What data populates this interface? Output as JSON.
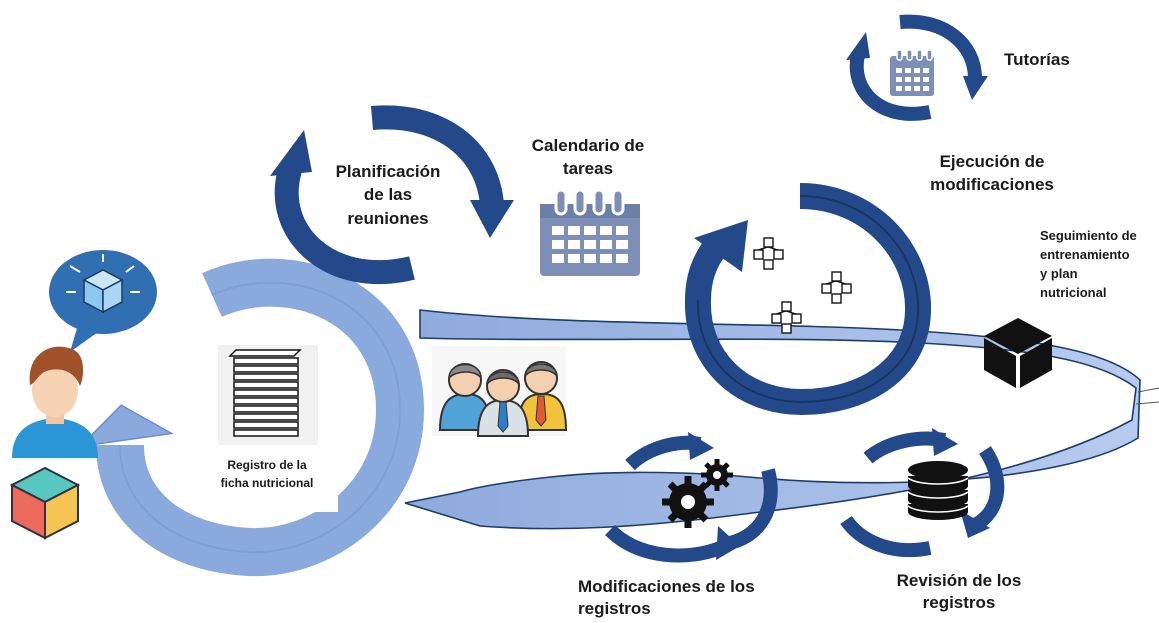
{
  "labels": {
    "planificacion": [
      "Planificación",
      "de las",
      "reuniones"
    ],
    "calendario": [
      "Calendario de",
      "tareas"
    ],
    "tutorias": [
      "Tutorías"
    ],
    "ejecucion": [
      "Ejecución de",
      "modificaciones"
    ],
    "seguimiento": [
      "Seguimiento de",
      "entrenamiento",
      "y plan",
      "nutricional"
    ],
    "registro_ficha": [
      "Registro de la",
      "ficha nutricional"
    ],
    "modificaciones_registros": [
      "Modificaciones de los",
      "registros"
    ],
    "revision_registros": [
      "Revisión de los",
      "registros"
    ]
  },
  "icons": [
    "user-avatar-icon",
    "speech-bubble-icon",
    "cube-icon",
    "colored-cube-icon",
    "document-stack-icon",
    "calendar-icon",
    "team-people-icon",
    "blockchain-icon",
    "black-box-icon",
    "gears-icon",
    "database-icon"
  ],
  "colors": {
    "dark_blue": "#23498a",
    "light_blue": "#8aa9dd",
    "ribbon": "#a7bfe8",
    "calendar_gray": "#7d8fb6"
  }
}
